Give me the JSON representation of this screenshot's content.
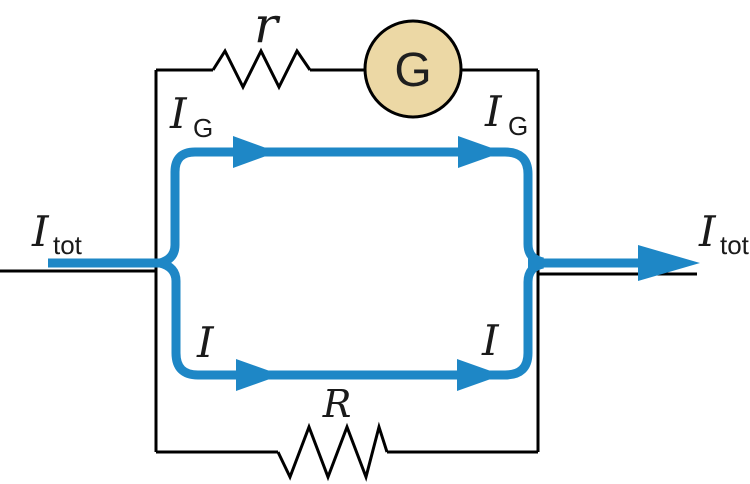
{
  "figure": {
    "title": "Galvanometer with parallel shunt resistance circuit diagram",
    "colors": {
      "wire": "#000000",
      "current": "#1e87c6",
      "galvanometer_fill": "#ecd8a5"
    },
    "labels": {
      "galvanometer": "G",
      "internal_resistance": "r",
      "shunt_resistance": "R",
      "current_total_left": {
        "main": "I",
        "sub": "tot"
      },
      "current_total_right": {
        "main": "I",
        "sub": "tot"
      },
      "current_galvanometer_left": {
        "main": "I",
        "sub": "G"
      },
      "current_galvanometer_right": {
        "main": "I",
        "sub": "G"
      },
      "current_shunt_left": "I",
      "current_shunt_right": "I"
    }
  }
}
